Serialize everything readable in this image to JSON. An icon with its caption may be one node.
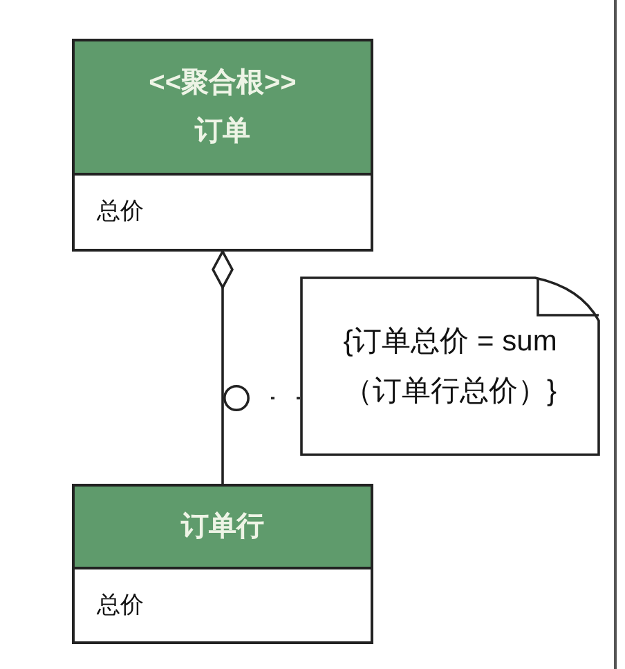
{
  "diagram": {
    "nodes": [
      {
        "text": [
          "<<聚合根>>",
          "订单",
          "总价"
        ]
      },
      {
        "text": [
          "订单行",
          "总价"
        ]
      },
      {
        "text": [
          "{订单总价 = sum（订单行总价）}"
        ]
      }
    ],
    "edges": [
      {
        "from": 1,
        "to": 0,
        "arrow": "other"
      },
      {
        "from": 2,
        "to": null,
        "arrow": "other",
        "style": "dashed"
      }
    ]
  }
}
